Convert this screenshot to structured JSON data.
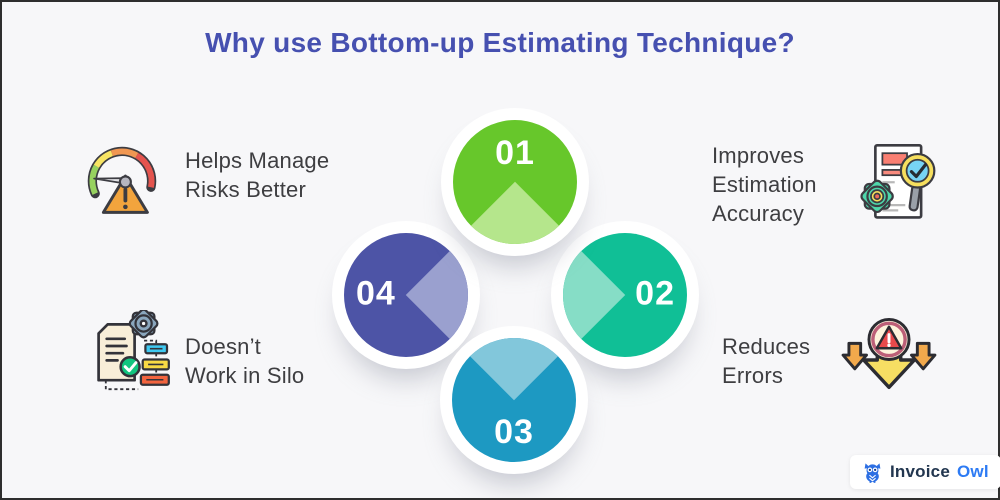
{
  "title": "Why use Bottom-up Estimating Technique?",
  "colors": {
    "background": "#f7f7f9",
    "title": "#4650b0",
    "label": "#3e3e41",
    "number": "#ffffff"
  },
  "steps": [
    {
      "number": "01",
      "position": "top",
      "color": "#67c72b",
      "diamond_color": "#b5e68c"
    },
    {
      "number": "02",
      "position": "right",
      "color": "#10bf96",
      "diamond_color": "#86ddc6"
    },
    {
      "number": "03",
      "position": "bottom",
      "color": "#1d99c2",
      "diamond_color": "#82c7db"
    },
    {
      "number": "04",
      "position": "left",
      "color": "#4d54a6",
      "diamond_color": "#9aa0cf"
    }
  ],
  "features": [
    {
      "id": "helps-manage-risks",
      "lines": [
        "Helps Manage",
        "Risks Better"
      ],
      "icon": "risk-gauge-icon"
    },
    {
      "id": "estimation-accuracy",
      "lines": [
        "Improves",
        "Estimation",
        "Accuracy"
      ],
      "icon": "accuracy-magnifier-icon"
    },
    {
      "id": "reduces-errors",
      "lines": [
        "Reduces",
        "Errors"
      ],
      "icon": "reduce-errors-arrows-icon"
    },
    {
      "id": "no-silo",
      "lines": [
        "Doesn’t",
        "Work in Silo"
      ],
      "icon": "workflow-document-icon"
    }
  ],
  "logo": {
    "icon": "owl-icon",
    "text_primary": "Invoice",
    "text_accent": "Owl",
    "primary_color": "#22364f",
    "accent_color": "#2d7bf4"
  }
}
